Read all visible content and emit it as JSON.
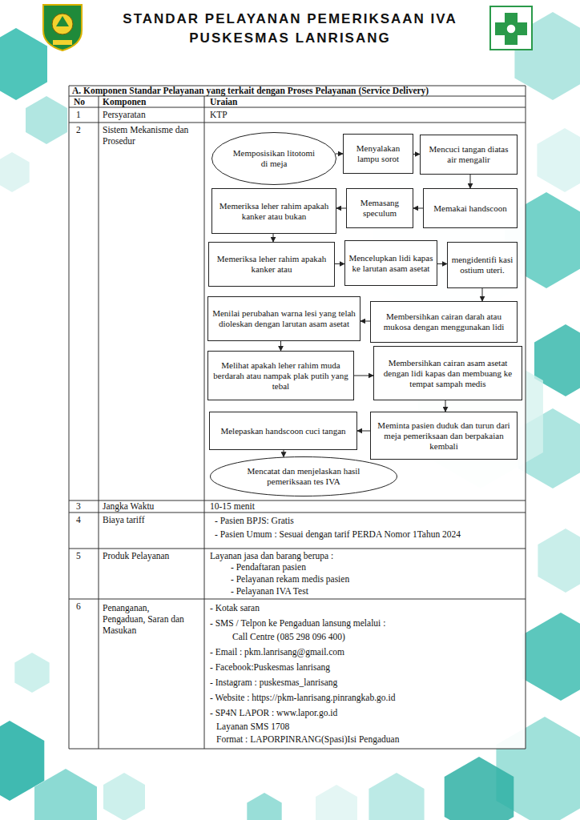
{
  "diagram": {
    "title": "STANDAR PELAYANAN PEMERIKSAAN IVA PUSKESMAS LANRISANG",
    "nodes": [
      {
        "text": [
          "Memposisikan litotomi di meja"
        ]
      },
      {
        "text": [
          "Menyalakan lampu sorot"
        ]
      },
      {
        "text": [
          "Mencuci tangan diatas air mengalir"
        ]
      },
      {
        "text": [
          "Memakai handscoon"
        ]
      },
      {
        "text": [
          "Memasang speculum"
        ]
      },
      {
        "text": [
          "Memeriksa leher rahim apakah kanker atau bukan"
        ]
      },
      {
        "text": [
          "Memeriksa leher rahim apakah kanker atau"
        ]
      },
      {
        "text": [
          "Mencelupkan lidi kapas ke larutan asam asetat"
        ]
      },
      {
        "text": [
          "mengidentifi kasi ostium uteri."
        ]
      },
      {
        "text": [
          "Membersihkan cairan darah atau mukosa dengan menggunakan lidi"
        ]
      },
      {
        "text": [
          "Menilai perubahan warna lesi yang telah dioleskan dengan larutan asam asetat"
        ]
      },
      {
        "text": [
          "Melihat apakah leher rahim muda berdarah atau nampak plak putih yang tebal"
        ]
      },
      {
        "text": [
          "Membersihkan cairan asam asetat dengan lidi kapas dan membuang ke tempat sampah medis"
        ]
      },
      {
        "text": [
          "Meminta pasien duduk dan turun dari meja pemeriksaan dan berpakaian kembali"
        ]
      },
      {
        "text": [
          "Melepaskan handscoon cuci tangan"
        ]
      },
      {
        "text": [
          "Mencatat dan menjelaskan hasil pemeriksaan tes IVA"
        ]
      }
    ],
    "edges": [
      {
        "from": 0,
        "to": 1,
        "arrow": "to"
      },
      {
        "from": 1,
        "to": 2,
        "arrow": "to"
      },
      {
        "from": 2,
        "to": 3,
        "arrow": "to"
      },
      {
        "from": 3,
        "to": 4,
        "arrow": "to"
      },
      {
        "from": 4,
        "to": 5,
        "arrow": "to"
      },
      {
        "from": 5,
        "to": 6,
        "arrow": "to"
      },
      {
        "from": 6,
        "to": 7,
        "arrow": "to"
      },
      {
        "from": 7,
        "to": 8,
        "arrow": "to"
      },
      {
        "from": 8,
        "to": 9,
        "arrow": "to"
      },
      {
        "from": 9,
        "to": 10,
        "arrow": "to"
      },
      {
        "from": 10,
        "to": 11,
        "arrow": "to"
      },
      {
        "from": 11,
        "to": 12,
        "arrow": "to"
      },
      {
        "from": 12,
        "to": 13,
        "arrow": "to"
      },
      {
        "from": 13,
        "to": 14,
        "arrow": "to"
      },
      {
        "from": 14,
        "to": 15,
        "arrow": "to"
      }
    ],
    "labels": [
      "A. Komponen Standar Pelayanan yang terkait dengan Proses Pelayanan (Service Delivery)",
      "No",
      "Komponen",
      "Uraian",
      "1",
      "Persyaratan",
      "KTP",
      "2",
      "Sistem Mekanisme dan Prosedur",
      "3",
      "Jangka Waktu",
      "10-15 menit",
      "4",
      "Biaya tariff",
      "- Pasien BPJS: Gratis",
      "- Pasien Umum : Sesuai dengan tarif PERDA Nomor 1Tahun 2024",
      "5",
      "Produk Pelayanan",
      "Layanan jasa dan barang berupa :",
      "- Pendaftaran pasien",
      "- Pelayanan rekam medis pasien",
      "- Pelayanan IVA Test",
      "6",
      "Penanganan, Pengaduan, Saran dan Masukan",
      "- Kotak saran",
      "- SMS / Telpon ke Pengaduan lansung melalui :",
      "Call Centre (085 298 096 400)",
      "- Email : pkm.lanrisang@gmail.com",
      "- Facebook:Puskesmas lanrisang",
      "- Instagram : puskesmas_lanrisang",
      "- Website : https://pkm-lanrisang.pinrangkab.go.id",
      "- SP4N LAPOR : www.lapor.go.id",
      "Layanan SMS 1708",
      "Format : LAPORPINRANG(Spasi)Isi Pengaduan"
    ]
  }
}
